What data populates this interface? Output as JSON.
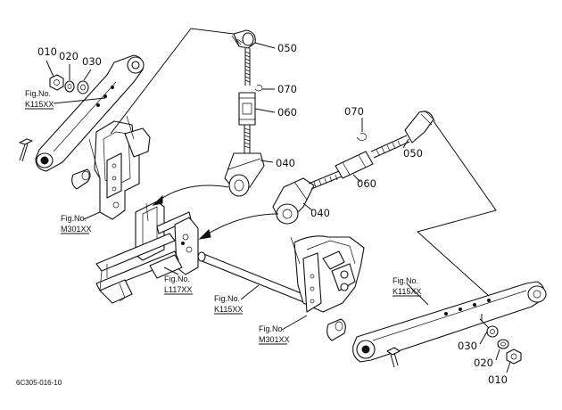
{
  "part_numbers": {
    "p010_left": "010",
    "p020_left": "020",
    "p030_left": "030",
    "p050_top": "050",
    "p070_top": "070",
    "p060_top": "060",
    "p040_top": "040",
    "p070_right": "070",
    "p050_right": "050",
    "p060_right": "060",
    "p040_right": "040",
    "p030_right": "030",
    "p020_right": "020",
    "p010_right": "010"
  },
  "fig_refs": {
    "k115_left": {
      "line1": "Fig.No.",
      "line2": "K115XX"
    },
    "m301_left": {
      "line1": "Fig.No.",
      "line2": "M301XX"
    },
    "l117": {
      "line1": "Fig.No.",
      "line2": "L117XX"
    },
    "k115_center": {
      "line1": "Fig.No.",
      "line2": "K115XX"
    },
    "m301_right": {
      "line1": "Fig.No.",
      "line2": "M301XX"
    },
    "k115_right": {
      "line1": "Fig.No.",
      "line2": "K115XX"
    }
  },
  "drawing_code": "6C305-016-10"
}
